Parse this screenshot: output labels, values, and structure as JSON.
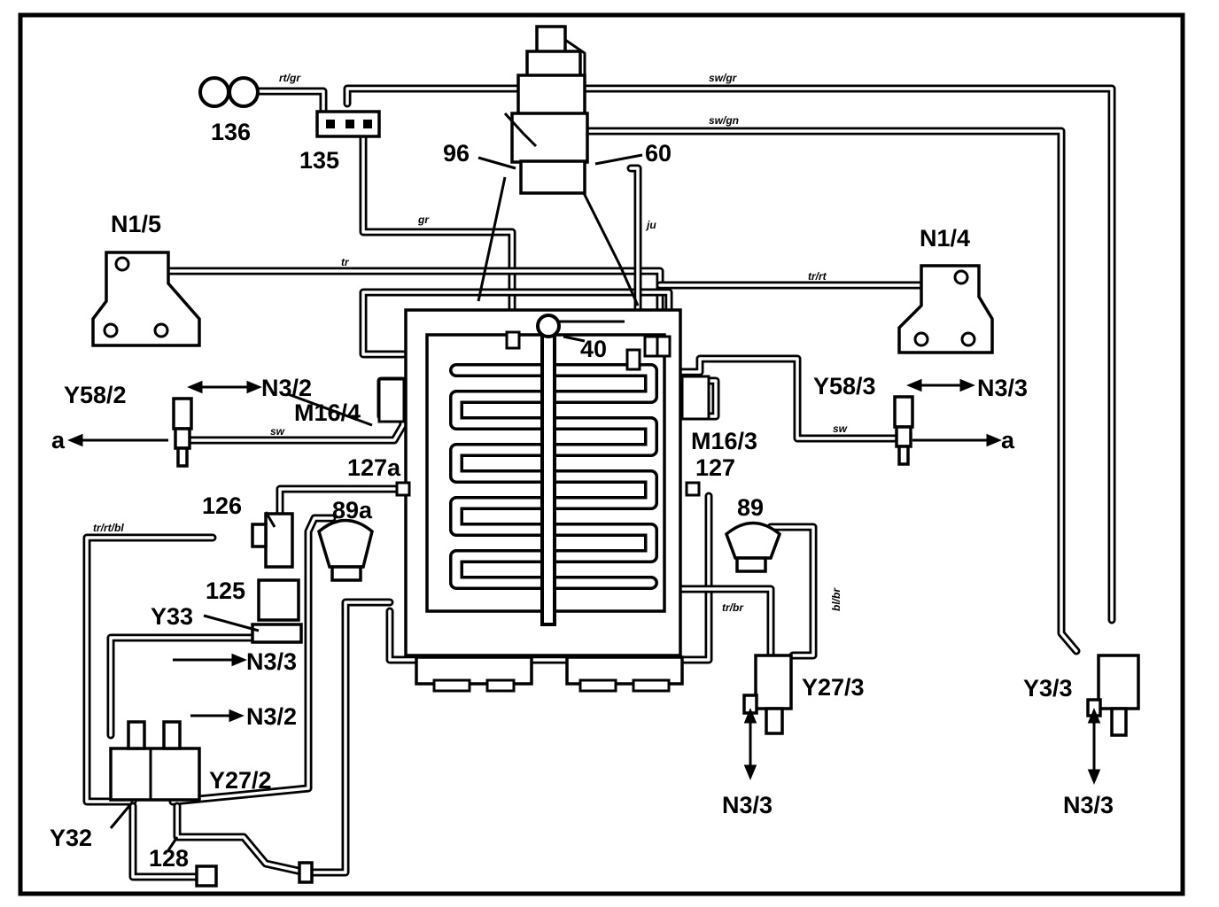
{
  "labels": {
    "c136": "136",
    "c135": "135",
    "c96": "96",
    "c60": "60",
    "n1_5": "N1/5",
    "n1_4": "N1/4",
    "c40": "40",
    "y58_2": "Y58/2",
    "y58_3": "Y58/3",
    "n3_2_a": "N3/2",
    "n3_3_a": "N3/3",
    "m16_4": "M16/4",
    "m16_3": "M16/3",
    "c127a": "127a",
    "c127": "127",
    "c126": "126",
    "c89a": "89a",
    "c89": "89",
    "c125": "125",
    "y33": "Y33",
    "n3_3_b": "N3/3",
    "n3_2_b": "N3/2",
    "y27_2": "Y27/2",
    "y32": "Y32",
    "c128": "128",
    "y27_3": "Y27/3",
    "n3_3_c": "N3/3",
    "y3_3": "Y3/3",
    "n3_3_d": "N3/3",
    "a_left": "a",
    "a_right": "a"
  },
  "hose_colors": {
    "rt_gr": "rt/gr",
    "sw_gr": "sw/gr",
    "sw_gn": "sw/gn",
    "gr": "gr",
    "tr_a": "tr",
    "tr_rt": "tr/rt",
    "ju": "ju",
    "sw_left": "sw",
    "sw_right": "sw",
    "tr_rt_bl": "tr/rt/bl",
    "tr_br": "tr/br",
    "bl_br": "bl/br"
  }
}
